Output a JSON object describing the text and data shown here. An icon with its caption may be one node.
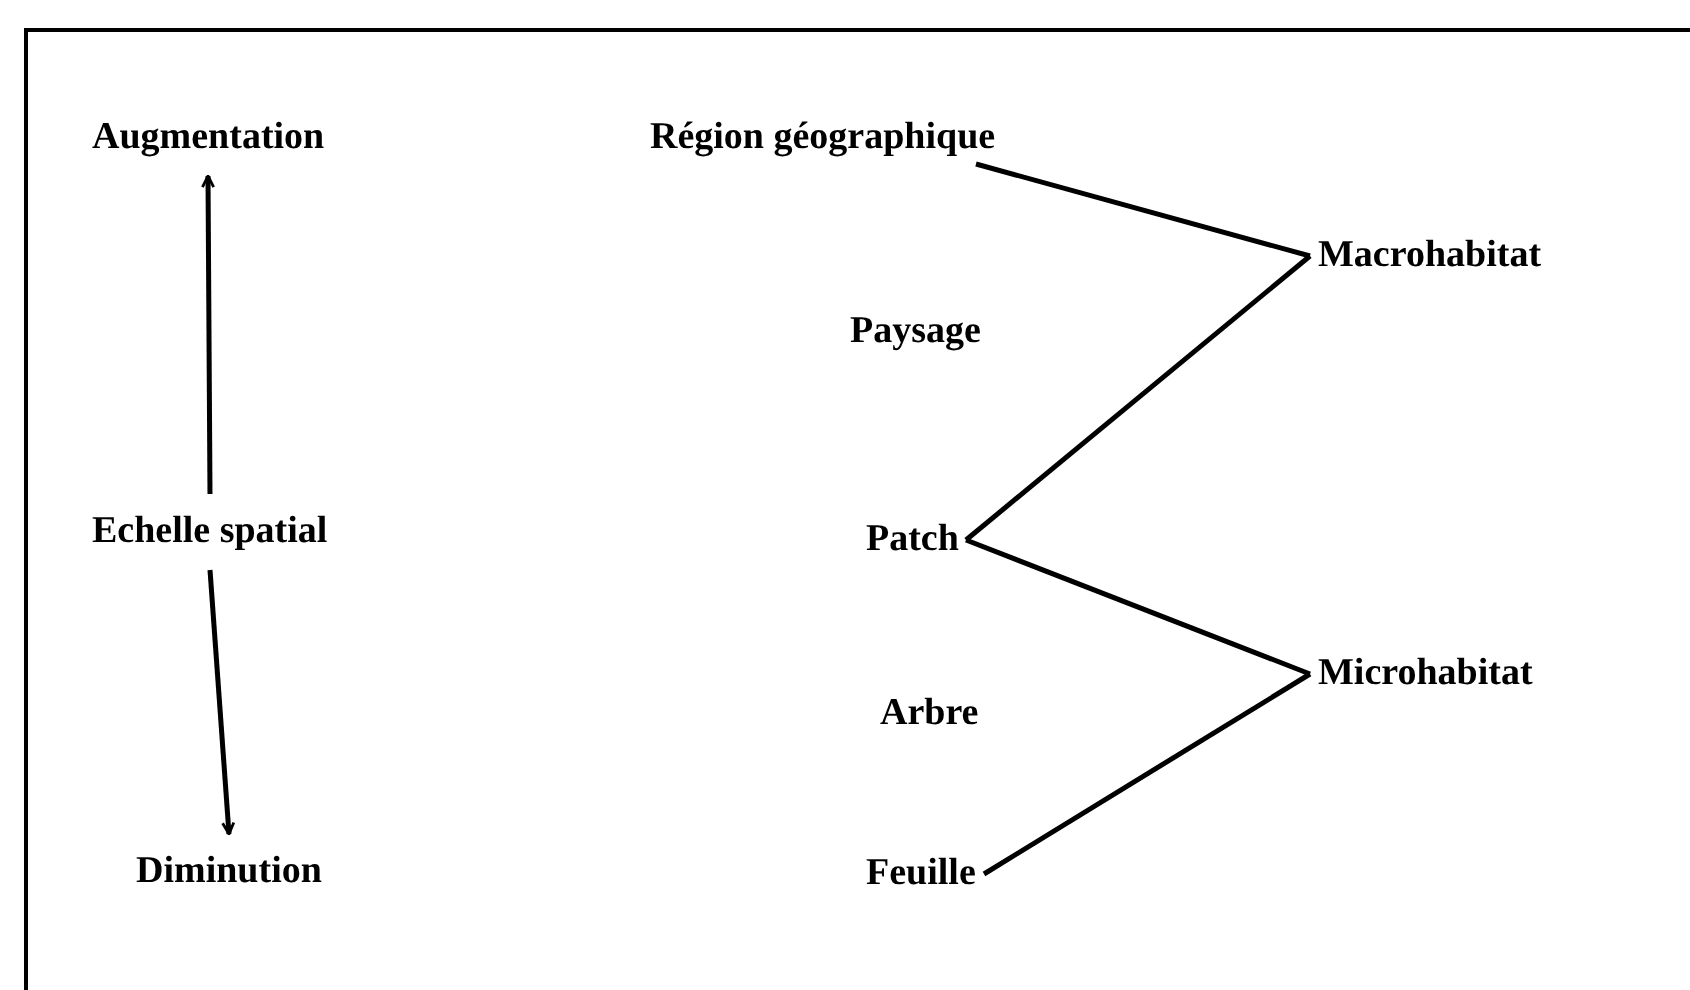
{
  "diagram": {
    "nodes": [
      {
        "text": [
          "Augmentation"
        ]
      },
      {
        "text": [
          "Région géographique"
        ]
      },
      {
        "text": [
          "Macrohabitat"
        ]
      },
      {
        "text": [
          "Paysage"
        ]
      },
      {
        "text": [
          "Echelle spatial"
        ]
      },
      {
        "text": [
          "Patch"
        ]
      },
      {
        "text": [
          "Arbre"
        ]
      },
      {
        "text": [
          "Microhabitat"
        ]
      },
      {
        "text": [
          "Diminution"
        ]
      },
      {
        "text": [
          "Feuille"
        ]
      }
    ],
    "edges": [
      {
        "from": 4,
        "to": 0,
        "arrow": "to"
      },
      {
        "from": 4,
        "to": 8,
        "arrow": "to"
      },
      {
        "from": 1,
        "to": 2,
        "arrow": "none"
      },
      {
        "from": 5,
        "to": 2,
        "arrow": "none"
      },
      {
        "from": 5,
        "to": 7,
        "arrow": "none"
      },
      {
        "from": 9,
        "to": 7,
        "arrow": "none"
      }
    ]
  }
}
